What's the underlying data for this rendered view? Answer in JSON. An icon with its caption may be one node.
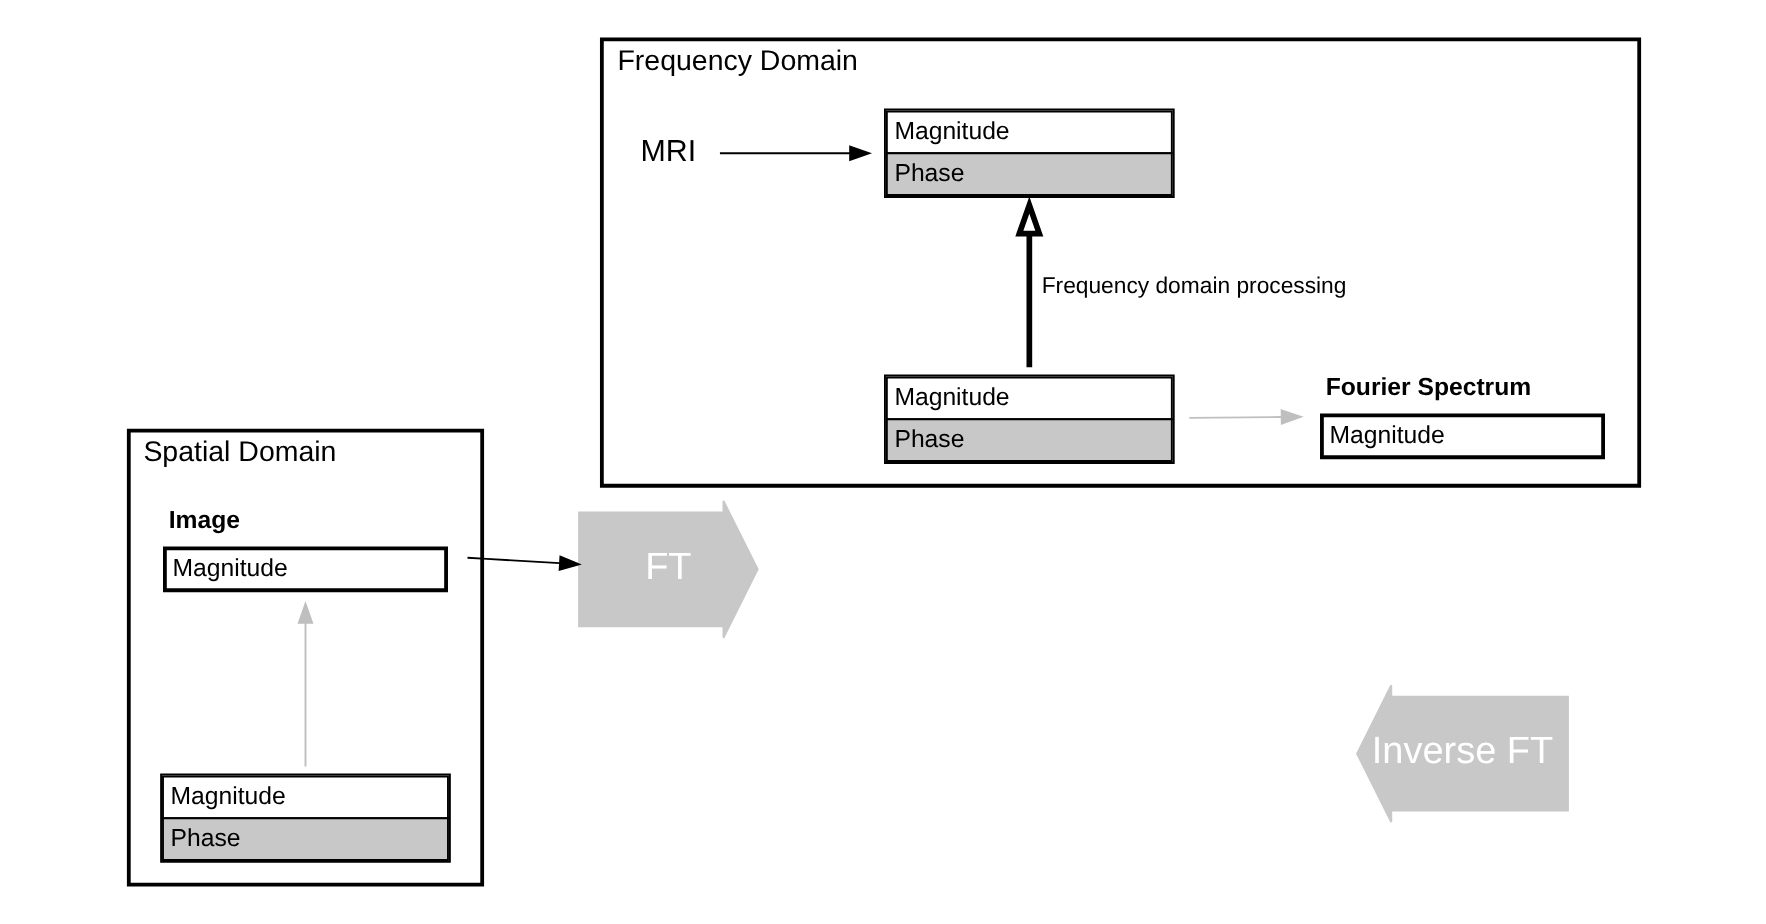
{
  "diagram": {
    "nodes": [
      {
        "text": [
          "Spatial Domain"
        ]
      },
      {
        "text": [
          "Image",
          "Magnitude"
        ],
        "in": 0
      },
      {
        "text": [
          "Magnitude",
          "Phase"
        ],
        "in": 0
      },
      {
        "text": [
          "FT"
        ]
      },
      {
        "text": [
          "Inverse FT"
        ]
      },
      {
        "text": [
          "Frequency Domain"
        ]
      },
      {
        "text": [
          "Magnitude",
          "Phase"
        ],
        "in": 5
      },
      {
        "text": [
          "Fourier Spectrum",
          "Magnitude"
        ],
        "in": 5
      },
      {
        "text": [
          "Magnitude",
          "Phase"
        ],
        "in": 5
      },
      {
        "text": [
          "MRI"
        ],
        "in": 5
      }
    ],
    "edges": [
      {
        "from": 1,
        "to": 3,
        "arrow": "to"
      },
      {
        "from": 6,
        "to": 7,
        "arrow": "to",
        "color": "#bfbfbf"
      },
      {
        "from": 6,
        "to": 8,
        "arrow": "to",
        "label": "Frequency domain processing",
        "style": "thick"
      },
      {
        "from": 9,
        "to": 8,
        "arrow": "to"
      },
      {
        "from": 2,
        "to": 1,
        "arrow": "to",
        "color": "#bfbfbf"
      }
    ]
  }
}
